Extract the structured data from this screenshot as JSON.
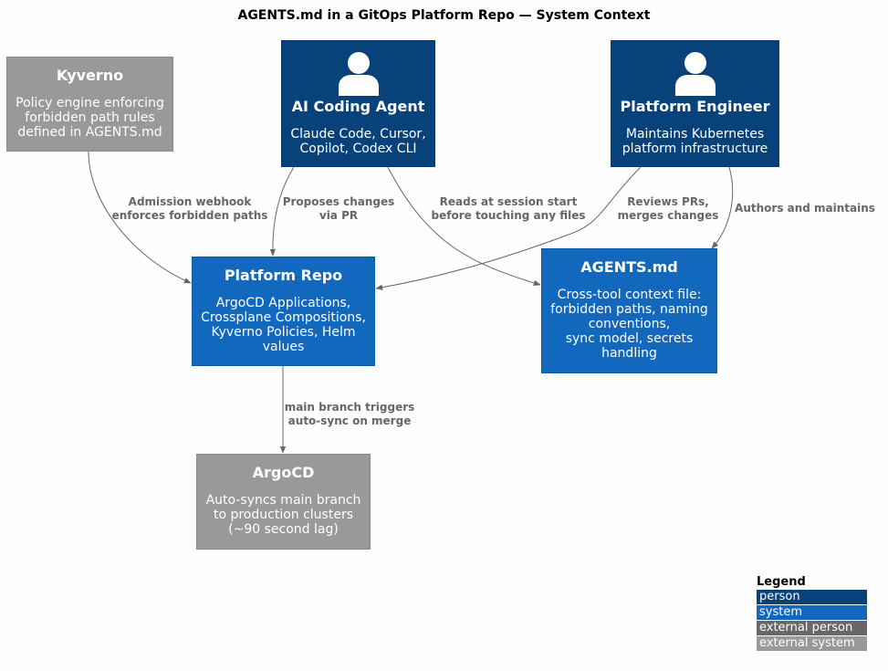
{
  "title": "AGENTS.md in a GitOps Platform Repo — System Context",
  "nodes": {
    "kyverno": {
      "name": "Kyverno",
      "desc": "Policy engine enforcing\nforbidden path rules\ndefined in AGENTS.md",
      "kind": "external system"
    },
    "ai_agent": {
      "name": "AI Coding Agent",
      "desc": "Claude Code, Cursor,\nCopilot, Codex CLI",
      "kind": "person"
    },
    "platform_engineer": {
      "name": "Platform Engineer",
      "desc": "Maintains Kubernetes\nplatform infrastructure",
      "kind": "person"
    },
    "platform_repo": {
      "name": "Platform Repo",
      "desc": "ArgoCD Applications,\nCrossplane Compositions,\nKyverno Policies, Helm\nvalues",
      "kind": "system"
    },
    "agents_md": {
      "name": "AGENTS.md",
      "desc": "Cross-tool context file:\nforbidden paths, naming\nconventions,\nsync model, secrets\nhandling",
      "kind": "system"
    },
    "argocd": {
      "name": "ArgoCD",
      "desc": "Auto-syncs main branch\nto production clusters\n(~90 second lag)",
      "kind": "external system"
    }
  },
  "edges": [
    {
      "from": "kyverno",
      "to": "platform_repo",
      "label": "Admission webhook\nenforces forbidden paths"
    },
    {
      "from": "ai_agent",
      "to": "platform_repo",
      "label": "Proposes changes\nvia PR"
    },
    {
      "from": "ai_agent",
      "to": "agents_md",
      "label": "Reads at session start\nbefore touching any files"
    },
    {
      "from": "platform_engineer",
      "to": "platform_repo",
      "label": "Reviews PRs,\nmerges changes"
    },
    {
      "from": "platform_engineer",
      "to": "agents_md",
      "label": "Authors and maintains"
    },
    {
      "from": "platform_repo",
      "to": "argocd",
      "label": "main branch triggers\nauto-sync on merge"
    }
  ],
  "legend": {
    "title": "Legend",
    "items": [
      {
        "label": "person",
        "color": "#08427b"
      },
      {
        "label": "system",
        "color": "#1168bd"
      },
      {
        "label": "external person",
        "color": "#686868"
      },
      {
        "label": "external system",
        "color": "#999999"
      }
    ]
  },
  "colors": {
    "person": "#08427b",
    "system": "#1168bd",
    "external_system": "#999999",
    "arrow": "#666666"
  }
}
